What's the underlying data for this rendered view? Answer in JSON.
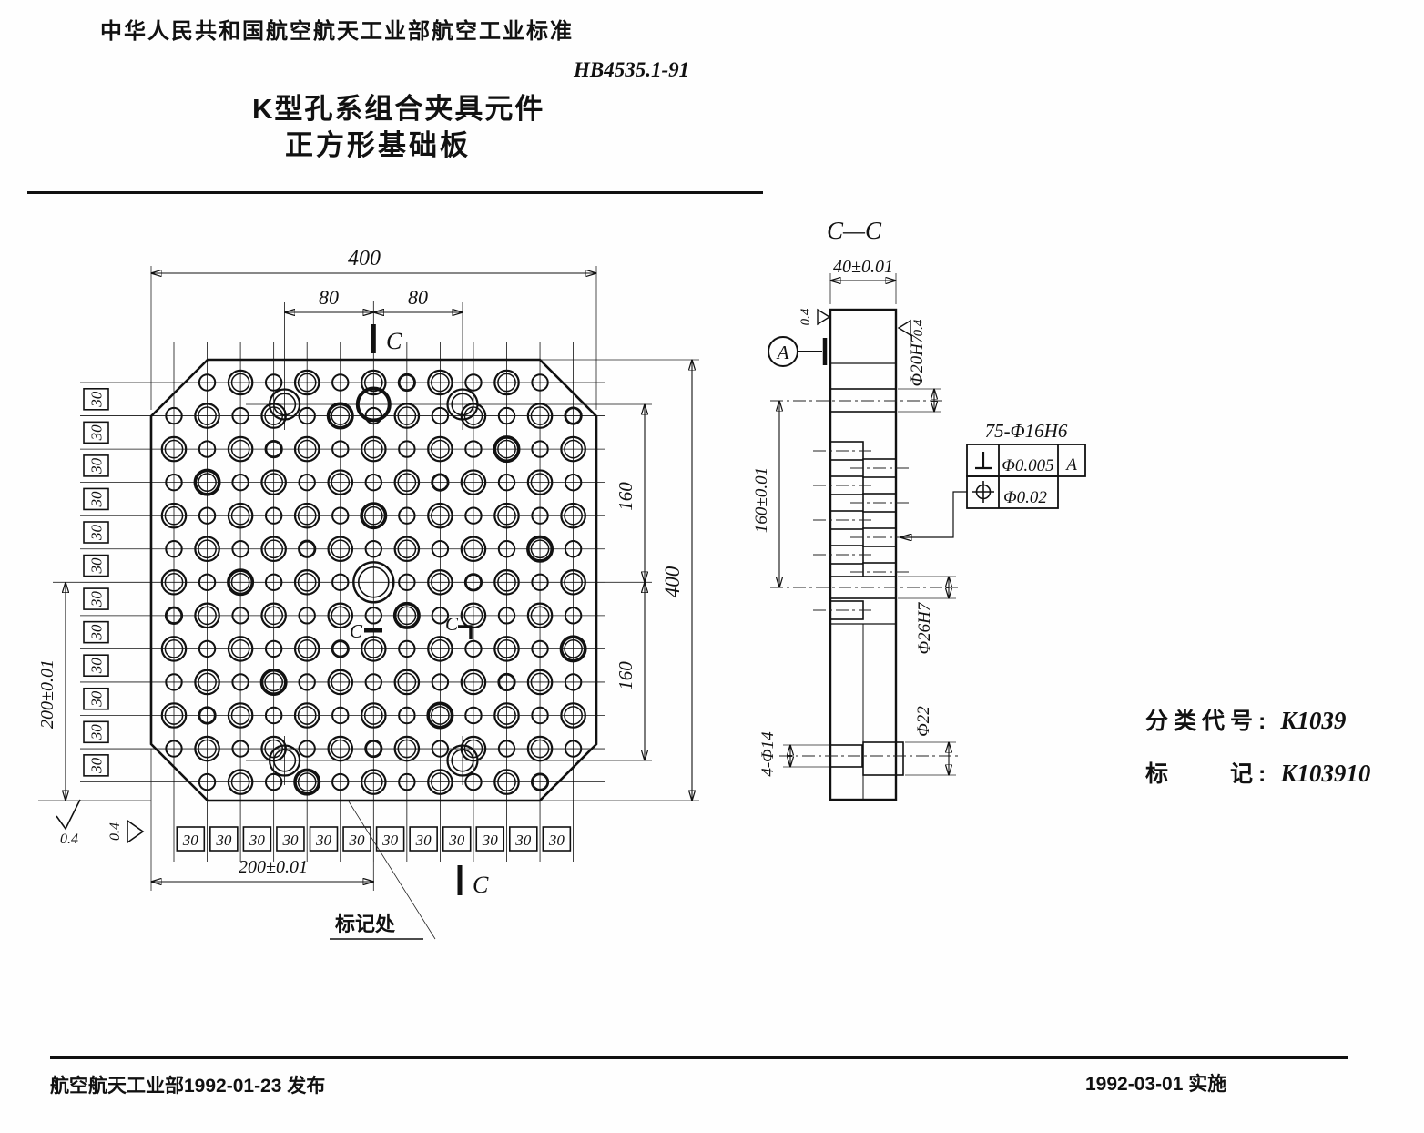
{
  "header": {
    "standard": "中华人民共和国航空航天工业部航空工业标准",
    "doc_number": "HB4535.1-91",
    "title1": "K型孔系组合夹具元件",
    "title2": "正方形基础板"
  },
  "main_view": {
    "dim_width_top": "400",
    "dim_80_left": "80",
    "dim_80_right": "80",
    "section_letter_top": "C",
    "section_letter_bottom": "C",
    "section_letter_mid_left": "C",
    "section_letter_mid_right": "C",
    "dim_200_left": "200±0.01",
    "dim_200_bottom": "200±0.01",
    "dim_160_upper": "160",
    "dim_160_lower": "160",
    "dim_400_right": "400",
    "roughness_bottom_left": "0.4",
    "roughness_bottom_left2": "0.4",
    "marking_note": "标记处",
    "pitch_labels_left": [
      "30",
      "30",
      "30",
      "30",
      "30",
      "30",
      "30",
      "30",
      "30",
      "30",
      "30",
      "30"
    ],
    "pitch_labels_bottom": [
      "30",
      "30",
      "30",
      "30",
      "30",
      "30",
      "30",
      "30",
      "30",
      "30",
      "30",
      "30"
    ]
  },
  "section_view": {
    "title": "C—C",
    "dim_thickness": "40±0.01",
    "roughness_left": "0.4",
    "roughness_right": "0.4",
    "datum_label": "A",
    "dim_phi20": "Φ20H7",
    "dim_160": "160±0.01",
    "dim_phi26": "Φ26H7",
    "dim_phi22": "Φ22",
    "dim_phi14": "4-Φ14",
    "tolerance_note": "75-Φ16H6",
    "frame_row1_value": "Φ0.005",
    "frame_row1_datum": "A",
    "frame_row2_value": "Φ0.02"
  },
  "classification": {
    "label_code": "分类代号:",
    "code": "K1039",
    "label_mark": "标　　记:",
    "mark": "K103910"
  },
  "footer": {
    "issued": "航空航天工业部1992-01-23 发布",
    "effective": "1992-03-01 实施"
  }
}
